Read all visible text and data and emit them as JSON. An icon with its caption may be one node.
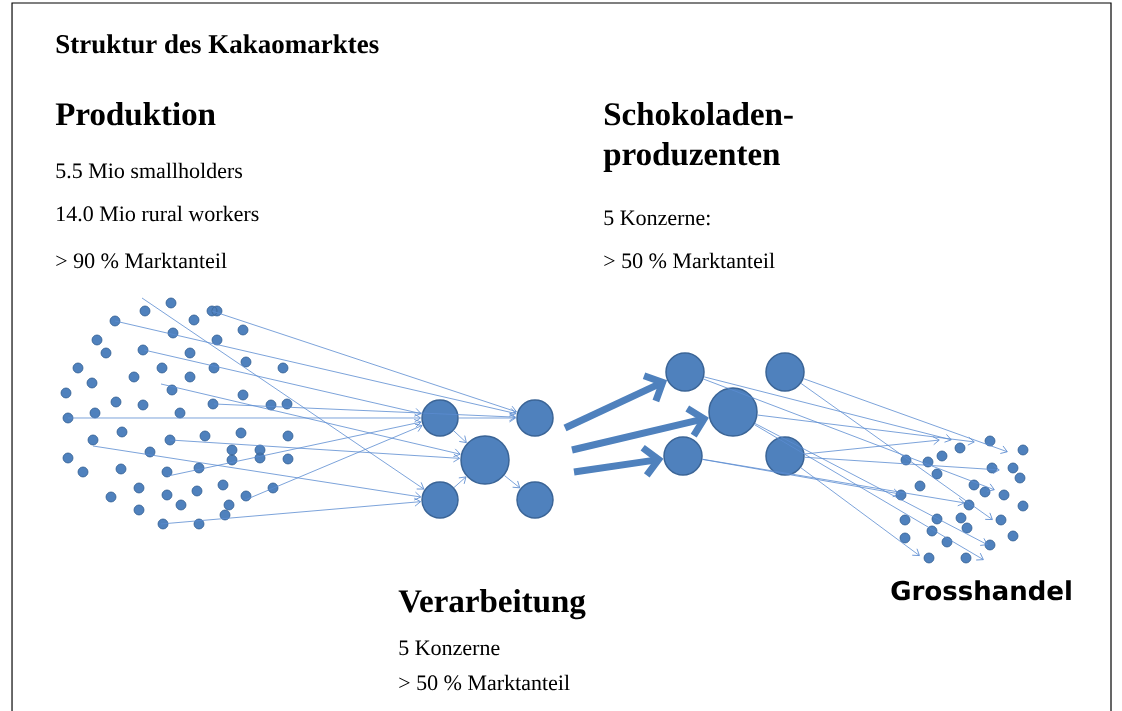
{
  "diagram": {
    "title": "Struktur des Kakaomarktes",
    "nodes": [
      {
        "text": [],
        "shape": "circle"
      },
      {
        "text": [],
        "shape": "circle"
      },
      {
        "text": [],
        "shape": "circle"
      },
      {
        "text": [],
        "shape": "circle"
      },
      {
        "text": [],
        "shape": "circle"
      },
      {
        "text": [],
        "shape": "circle"
      },
      {
        "text": [],
        "shape": "circle"
      },
      {
        "text": [],
        "shape": "circle"
      },
      {
        "text": [],
        "shape": "circle"
      },
      {
        "text": [],
        "shape": "circle"
      }
    ],
    "edges": [
      {
        "from": 0,
        "to": 1,
        "arrow": "to"
      },
      {
        "from": 0,
        "to": 2,
        "arrow": "to"
      },
      {
        "from": 3,
        "to": 2,
        "arrow": "to"
      },
      {
        "from": 2,
        "to": 4,
        "arrow": "to"
      },
      {
        "from": null,
        "to": 1,
        "arrow": "to"
      },
      {
        "from": null,
        "to": 1,
        "arrow": "to"
      },
      {
        "from": null,
        "to": 0,
        "arrow": "to"
      },
      {
        "from": null,
        "to": 3,
        "arrow": "to"
      },
      {
        "from": null,
        "to": 2,
        "arrow": "to"
      },
      {
        "from": null,
        "to": 0,
        "arrow": "to"
      },
      {
        "from": null,
        "to": 1,
        "arrow": "to"
      },
      {
        "from": null,
        "to": 2,
        "arrow": "to"
      },
      {
        "from": null,
        "to": 3,
        "arrow": "to"
      },
      {
        "from": null,
        "to": 0,
        "arrow": "to"
      },
      {
        "from": null,
        "to": 0,
        "arrow": "to"
      },
      {
        "from": null,
        "to": 3,
        "arrow": "to"
      },
      {
        "from": null,
        "to": 5,
        "arrow": "to",
        "style": "thick"
      },
      {
        "from": null,
        "to": 7,
        "arrow": "to",
        "style": "thick"
      },
      {
        "from": null,
        "to": 8,
        "arrow": "to",
        "style": "thick"
      },
      {
        "from": 5,
        "to": null,
        "arrow": "to"
      },
      {
        "from": 5,
        "to": null,
        "arrow": "to"
      },
      {
        "from": 6,
        "to": null,
        "arrow": "to"
      },
      {
        "from": 6,
        "to": null,
        "arrow": "to"
      },
      {
        "from": 7,
        "to": null,
        "arrow": "to"
      },
      {
        "from": 7,
        "to": null,
        "arrow": "to"
      },
      {
        "from": 8,
        "to": null,
        "arrow": "to"
      },
      {
        "from": 8,
        "to": null,
        "arrow": "to"
      },
      {
        "from": 9,
        "to": null,
        "arrow": "to"
      },
      {
        "from": 9,
        "to": null,
        "arrow": "to"
      },
      {
        "from": 9,
        "to": null,
        "arrow": "to"
      },
      {
        "from": 7,
        "to": null,
        "arrow": "to"
      }
    ],
    "labels": [
      "Produktion",
      "5.5 Mio smallholders",
      "14.0 Mio rural workers",
      "> 90 % Marktanteil",
      "Schokoladen-produzenten",
      "5 Konzerne:",
      "> 50 % Marktanteil",
      "Verarbeitung",
      "5 Konzerne",
      "> 50 % Marktanteil",
      "Grosshandel"
    ]
  }
}
